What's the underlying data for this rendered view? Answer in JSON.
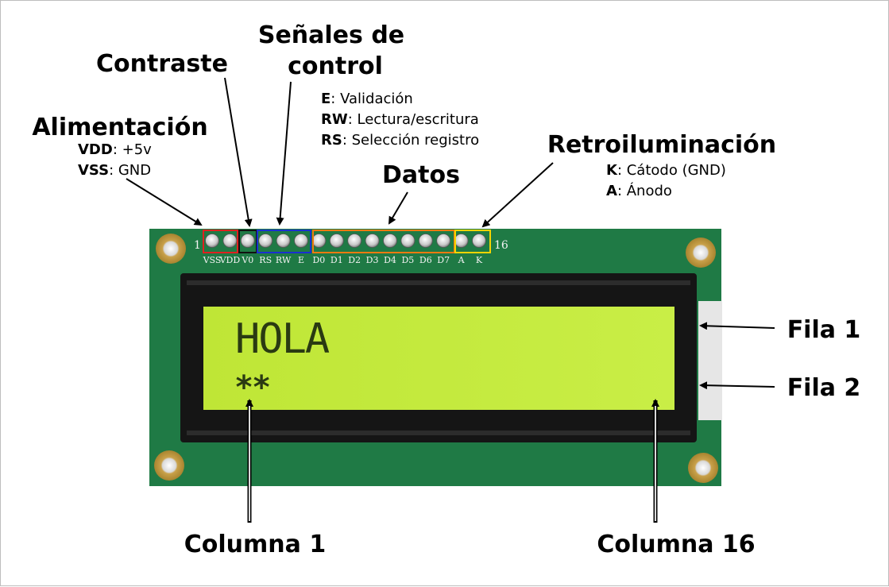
{
  "groups": {
    "power": {
      "title": "Alimentación",
      "lines": [
        {
          "key": "VDD",
          "text": ": +5v"
        },
        {
          "key": "VSS",
          "text": ": GND"
        }
      ]
    },
    "contrast": {
      "title": "Contraste"
    },
    "control": {
      "title_line1": "Señales de",
      "title_line2": "control",
      "lines": [
        {
          "key": "E",
          "text": ": Validación"
        },
        {
          "key": "RW",
          "text": ": Lectura/escritura"
        },
        {
          "key": "RS",
          "text": ": Selección registro"
        }
      ]
    },
    "data": {
      "title": "Datos"
    },
    "backlight": {
      "title": "Retroiluminación",
      "lines": [
        {
          "key": "K",
          "text": ": Cátodo (GND)"
        },
        {
          "key": "A",
          "text": ": Ánodo"
        }
      ]
    }
  },
  "pins": {
    "first_number": "1",
    "last_number": "16",
    "labels": [
      "VSS",
      "VDD",
      "V0",
      "RS",
      "RW",
      "E",
      "D0",
      "D1",
      "D2",
      "D3",
      "D4",
      "D5",
      "D6",
      "D7",
      "A",
      "K"
    ]
  },
  "lcd": {
    "row1_text": "HOLA",
    "row2_text": "**"
  },
  "rows": {
    "row1": "Fila 1",
    "row2": "Fila 2"
  },
  "columns": {
    "col1": "Columna 1",
    "col16": "Columna 16"
  },
  "colors": {
    "power_box": "#e02020",
    "contrast_box": "#111111",
    "control_box": "#1a2fd0",
    "data_box": "#f07a10",
    "backlight_box": "#f5d400",
    "pcb": "#1f7a45",
    "lcd_screen": "#c8ec3a",
    "bezel": "#151515"
  },
  "icons": [
    "arrow-icon"
  ]
}
